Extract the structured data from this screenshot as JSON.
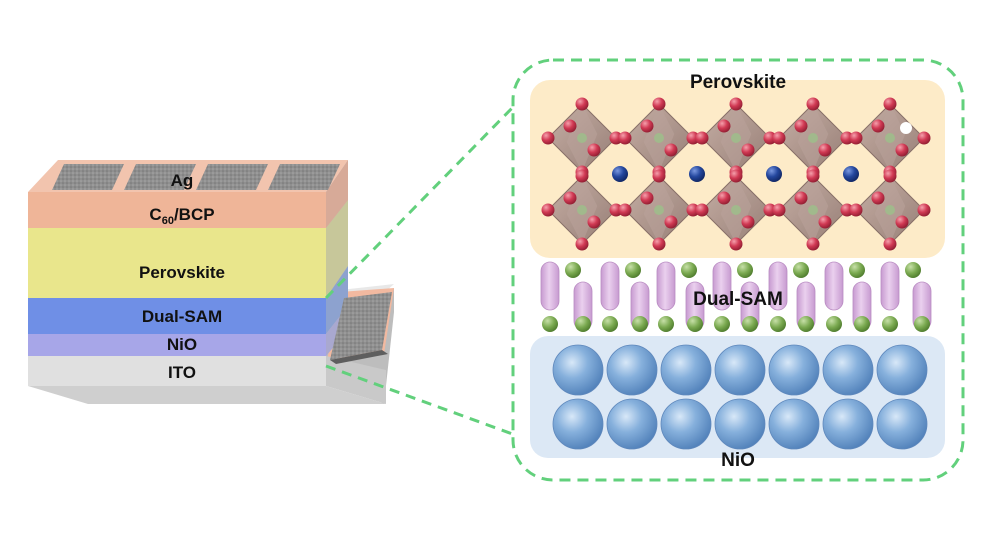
{
  "device_stack": {
    "layers": [
      {
        "label": "Ag",
        "sub": "",
        "label_rest": "",
        "color": "#9a9a9a"
      },
      {
        "label": "C",
        "sub": "60",
        "label_rest": "/BCP",
        "color": "#efb598"
      },
      {
        "label": "Perovskite",
        "sub": "",
        "label_rest": "",
        "color": "#e9e68c"
      },
      {
        "label": "Dual-SAM",
        "sub": "",
        "label_rest": "",
        "color": "#6f8fe6"
      },
      {
        "label": "NiO",
        "sub": "",
        "label_rest": "",
        "color": "#a7a6e8"
      },
      {
        "label": "ITO",
        "sub": "",
        "label_rest": "",
        "color": "#d9d9d9"
      }
    ]
  },
  "zoom_panel": {
    "perovskite_label": "Perovskite",
    "sam_label": "Dual-SAM",
    "nio_label": "NiO",
    "frame_color": "#62d07c",
    "perovskite_bg": "#fdebc8",
    "nio_bg": "#dce8f5",
    "octahedron_color": "#a8908a",
    "oxygen_color": "#c9304a",
    "cation_color": "#1f3f9a",
    "sam_body_color": "#d8b0de",
    "sam_anchor_color": "#79a84e",
    "nio_sphere_color": "#7aa6d8"
  }
}
